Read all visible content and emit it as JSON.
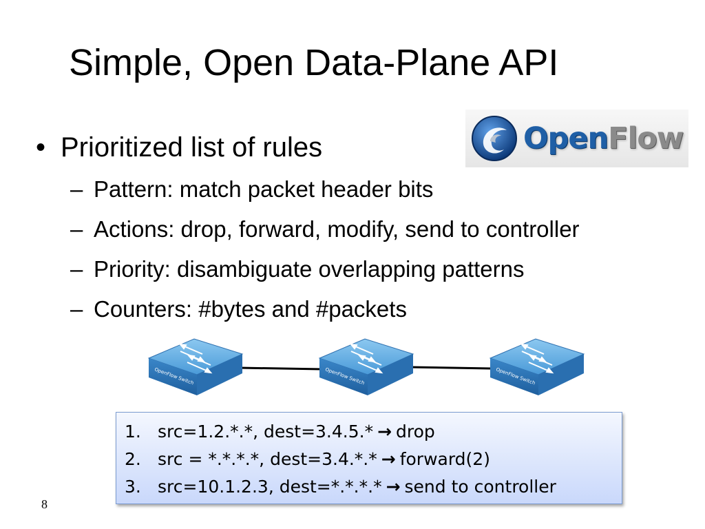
{
  "slide": {
    "title": "Simple, Open Data-Plane API",
    "logo": {
      "text_open": "Open",
      "text_flow": "Flow",
      "colors": {
        "open": "#1f5fa6",
        "flow": "#8a8a8a"
      }
    },
    "bullet": {
      "symbol": "•",
      "text": "Prioritized list of rules"
    },
    "sub_bullets": [
      {
        "dash": "–",
        "text": "Pattern: match packet header bits"
      },
      {
        "dash": "–",
        "text": "Actions: drop, forward, modify, send to controller"
      },
      {
        "dash": "–",
        "text": "Priority: disambiguate overlapping patterns"
      },
      {
        "dash": "–",
        "text": "Counters: #bytes and #packets"
      }
    ],
    "switches": [
      {
        "label": "OpenFlow Switch",
        "icon": "switch-icon"
      },
      {
        "label": "OpenFlow Switch",
        "icon": "switch-icon"
      },
      {
        "label": "OpenFlow Switch",
        "icon": "switch-icon"
      }
    ],
    "rules": [
      {
        "num": "1.",
        "match": "src=1.2.*.*, dest=3.4.5.*",
        "arrow": "→",
        "action": "drop"
      },
      {
        "num": "2.",
        "match": "src = *.*.*.*, dest=3.4.*.*",
        "arrow": "→",
        "action": "forward(2)"
      },
      {
        "num": "3.",
        "match": "src=10.1.2.3, dest=*.*.*.*",
        "arrow": "→",
        "action": "send to controller"
      }
    ],
    "page_number": "8",
    "colors": {
      "switch_top": "#5aa8e0",
      "switch_side": "#2e7bbf",
      "rules_box_border": "#7a9bd0",
      "rules_box_fill": "#c9d8fb"
    }
  }
}
